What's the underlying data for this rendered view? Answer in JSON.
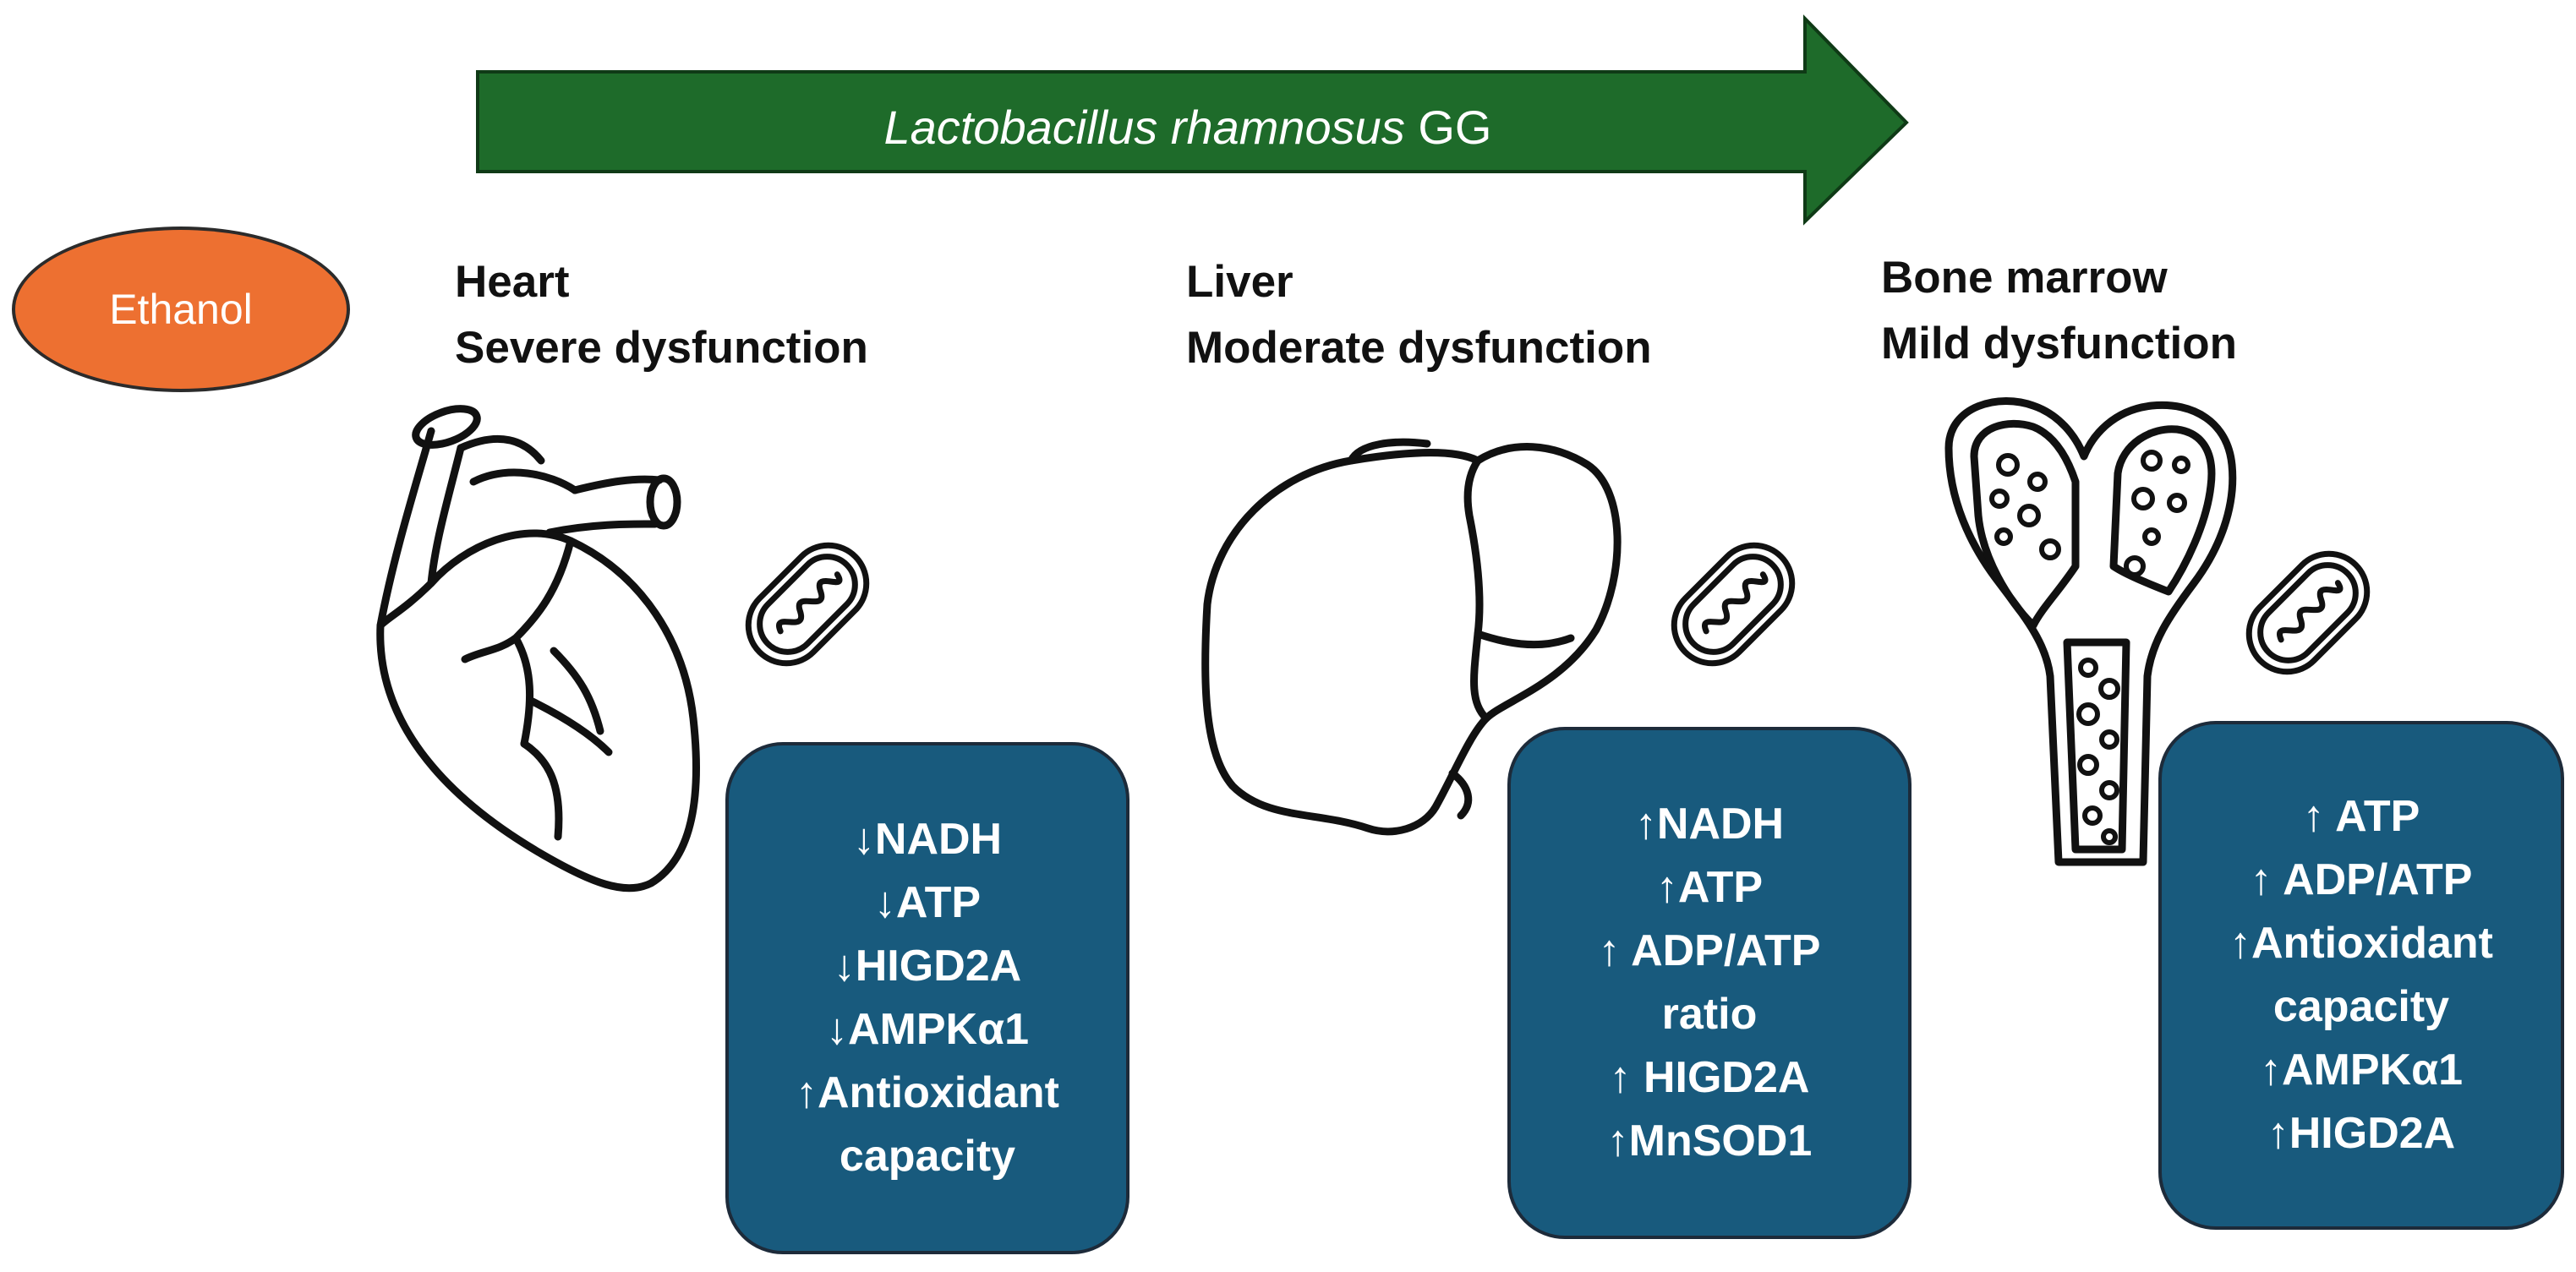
{
  "arrow": {
    "label_italic": "Lactobacillus rhamnosus",
    "label_plain": " GG",
    "color": "#1e6b2a"
  },
  "ethanol": {
    "label": "Ethanol",
    "color": "#ed7031"
  },
  "organs": [
    {
      "id": "heart",
      "name": "Heart",
      "severity": "Severe dysfunction",
      "icon": "heart-icon",
      "markers": [
        "↓NADH",
        "↓ATP",
        "↓HIGD2A",
        "↓AMPKα1",
        "↑Antioxidant",
        "capacity"
      ]
    },
    {
      "id": "liver",
      "name": "Liver",
      "severity": "Moderate dysfunction",
      "icon": "liver-icon",
      "markers": [
        "↑NADH",
        "↑ATP",
        "↑ ADP/ATP",
        "ratio",
        "↑ HIGD2A",
        "↑MnSOD1"
      ]
    },
    {
      "id": "bone-marrow",
      "name": "Bone marrow",
      "severity": "Mild dysfunction",
      "icon": "bone-icon",
      "markers": [
        "↑ ATP",
        "↑ ADP/ATP",
        "↑Antioxidant",
        "capacity",
        "↑AMPKα1",
        "↑HIGD2A"
      ]
    }
  ],
  "colors": {
    "box_fill": "#185a7d",
    "outline": "#111111"
  }
}
